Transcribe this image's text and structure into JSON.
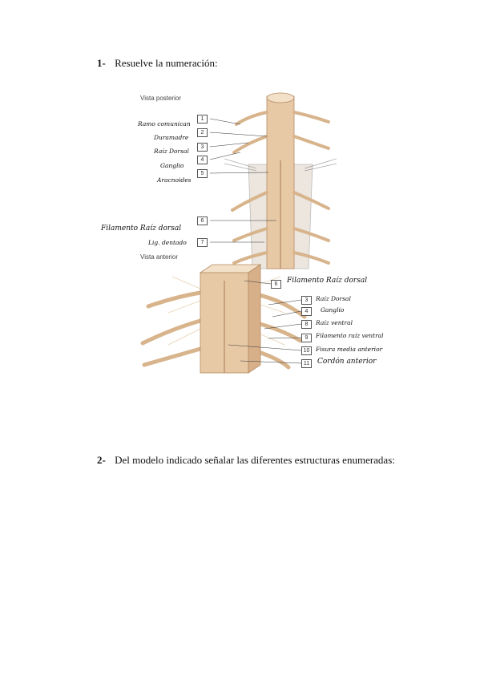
{
  "questions": [
    {
      "number": "1-",
      "text": "Resuelve la numeración:"
    },
    {
      "number": "2-",
      "text": "Del modelo indicado señalar las diferentes estructuras enumeradas:"
    }
  ],
  "figure": {
    "caption_top": "Vista posterior",
    "caption_bottom": "Vista anterior",
    "boxes": [
      "1",
      "2",
      "3",
      "4",
      "5",
      "6",
      "7",
      "6",
      "3",
      "4",
      "8",
      "9",
      "10",
      "11"
    ],
    "handwritten_labels": {
      "l1": "Ramo comunican",
      "l2": "Duramadre",
      "l3": "Raíz Dorsal",
      "l4": "Ganglio",
      "l5": "Aracnoides",
      "l6": "Filamento Raíz dorsal",
      "l7": "Lig. dentado",
      "r6": "Filamento Raíz dorsal",
      "r3": "Raíz Dorsal",
      "r4": "Ganglio",
      "r8": "Raíz ventral",
      "r9": "Filamento raíz ventral",
      "r10": "Fisura media anterior",
      "r11": "Cordón anterior"
    },
    "colors": {
      "tissue": "#e8c9a6",
      "tissue_dark": "#c99c72",
      "membrane": "#ece6df"
    }
  }
}
